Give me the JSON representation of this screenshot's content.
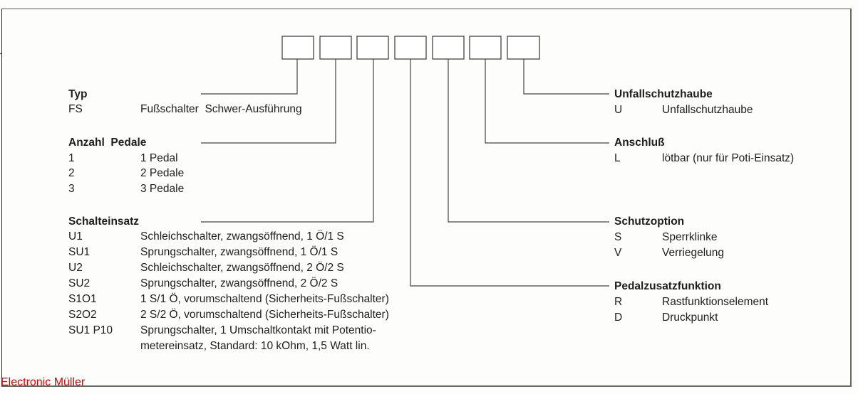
{
  "diagram": {
    "code_boxes_count": 7,
    "left_groups": [
      {
        "id": "typ",
        "heading": "Typ",
        "rows": [
          {
            "code": "FS",
            "desc": "Fußschalter  Schwer-Ausführung"
          }
        ]
      },
      {
        "id": "anzahl-pedale",
        "heading": "Anzahl  Pedale",
        "rows": [
          {
            "code": "1",
            "desc": "1 Pedal"
          },
          {
            "code": "2",
            "desc": "2 Pedale"
          },
          {
            "code": "3",
            "desc": "3 Pedale"
          }
        ]
      },
      {
        "id": "schalteinsatz",
        "heading": "Schalteinsatz",
        "rows": [
          {
            "code": "U1",
            "desc": "Schleichschalter, zwangsöffnend, 1 Ö/1 S"
          },
          {
            "code": "SU1",
            "desc": "Sprungschalter, zwangsöffnend, 1 Ö/1 S"
          },
          {
            "code": "U2",
            "desc": "Schleichschalter, zwangsöffnend, 2 Ö/2 S"
          },
          {
            "code": "SU2",
            "desc": "Sprungschalter, zwangsöffnend, 2 Ö/2 S"
          },
          {
            "code": "S1O1",
            "desc": "1 S/1 Ö, vorumschaltend (Sicherheits-Fußschalter)"
          },
          {
            "code": "S2O2",
            "desc": "2 S/2 Ö, vorumschaltend (Sicherheits-Fußschalter)"
          },
          {
            "code": "SU1 P10",
            "desc": "Sprungschalter, 1 Umschaltkontakt mit Potentio-"
          },
          {
            "code": "",
            "desc": "metereinsatz, Standard: 10 kOhm, 1,5 Watt lin."
          }
        ]
      }
    ],
    "right_groups": [
      {
        "id": "unfallschutzhaube",
        "heading": "Unfallschutzhaube",
        "rows": [
          {
            "code": "U",
            "desc": "Unfallschutzhaube"
          }
        ]
      },
      {
        "id": "anschluss",
        "heading": "Anschluß",
        "rows": [
          {
            "code": "L",
            "desc": "lötbar (nur für Poti-Einsatz)"
          }
        ]
      },
      {
        "id": "schutzoption",
        "heading": "Schutzoption",
        "rows": [
          {
            "code": "S",
            "desc": "Sperrklinke"
          },
          {
            "code": "V",
            "desc": "Verriegelung"
          }
        ]
      },
      {
        "id": "pedalzusatzfunktion",
        "heading": "Pedalzusatzfunktion",
        "rows": [
          {
            "code": "R",
            "desc": "Rastfunktionselement"
          },
          {
            "code": "D",
            "desc": "Druckpunkt"
          }
        ]
      }
    ]
  },
  "footer": {
    "brand": "Electronic Müller",
    "brand_color": "#e00000"
  }
}
